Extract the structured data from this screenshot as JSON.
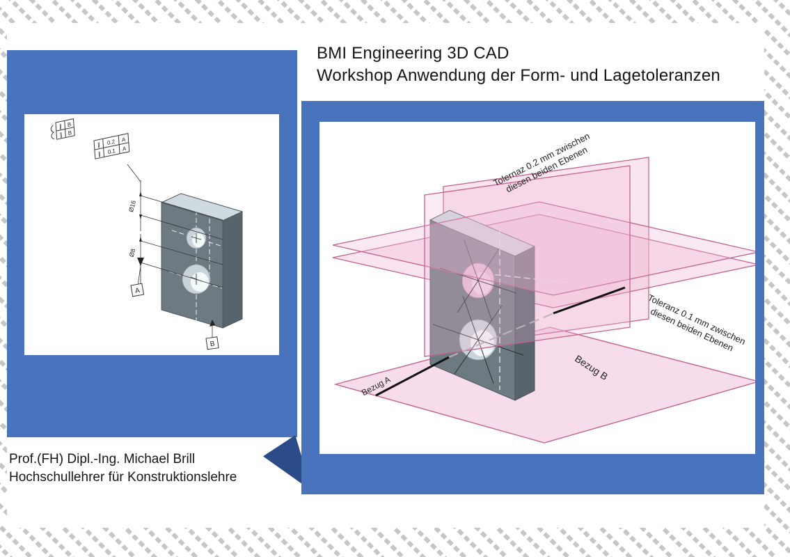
{
  "slide": {
    "title_line1": "BMI Engineering 3D CAD",
    "title_line2": "Workshop Anwendung der Form- und Lagetoleranzen",
    "author_line1": "Prof.(FH) Dipl.-Ing. Michael Brill",
    "author_line2": "Hochschullehrer für Konstruktionslehre"
  },
  "colors": {
    "panel_blue": "#4a73bd",
    "fold_navy": "#2a4a88",
    "pattern_gray": "#c6c6c6",
    "plane_pink_fill": "#f0bcd8",
    "plane_pink_edge": "#c2628f",
    "block_front": "#6e7a82",
    "block_top": "#cfdbe0",
    "block_side": "#59636b"
  },
  "left_drawing": {
    "frame1": {
      "rows": [
        {
          "symbol": "∥",
          "datum": "B"
        },
        {
          "symbol": "∥",
          "datum": "B"
        }
      ]
    },
    "frame2": {
      "rows": [
        {
          "symbol": "∥",
          "value": "0.2",
          "datum": "A"
        },
        {
          "symbol": "∥",
          "value": "0.1",
          "datum": "A"
        }
      ]
    },
    "dim_top_label": "Ø16",
    "dim_bottom_label": "Ø8",
    "datum_a_label": "A",
    "datum_b_label": "B"
  },
  "right_drawing": {
    "tolerance_02": {
      "line1": "Tolernaz 0.2 mm zwischen",
      "line2": "diesen beiden Ebenen"
    },
    "tolerance_01": {
      "line1": "Toleranz 0.1 mm zwischen",
      "line2": "diesen beiden Ebenen"
    },
    "bezug_a_label": "Bezug A",
    "bezug_b_label": "Bezug B"
  }
}
